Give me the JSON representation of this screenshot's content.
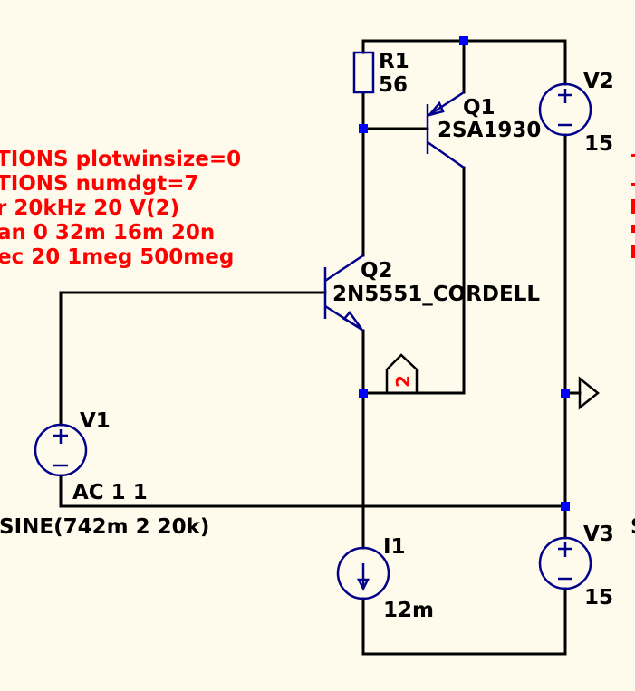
{
  "colors": {
    "background": "#fffbec",
    "wire": "#000000",
    "component": "#00008b",
    "junction": "#0000ff",
    "directive": "#ff0000"
  },
  "directives": [
    "TIONS plotwinsize=0",
    "TIONS numdgt=7",
    "r 20kHz 20 V(2)",
    "an 0 32m 16m 20n",
    "ec 20 1meg 500meg"
  ],
  "components": {
    "r1": {
      "name": "R1",
      "value": "56"
    },
    "q1": {
      "name": "Q1",
      "value": "2SA1930"
    },
    "q2": {
      "name": "Q2",
      "value": "2N5551_CORDELL"
    },
    "v1": {
      "name": "V1",
      "value": "AC 1 1",
      "value2": "SINE(742m 2 20k)"
    },
    "v2": {
      "name": "V2",
      "value": "15"
    },
    "v3": {
      "name": "V3",
      "value": "15"
    },
    "i1": {
      "name": "I1",
      "value": "12m"
    }
  },
  "net_label": "2",
  "edge_fragment": "S"
}
